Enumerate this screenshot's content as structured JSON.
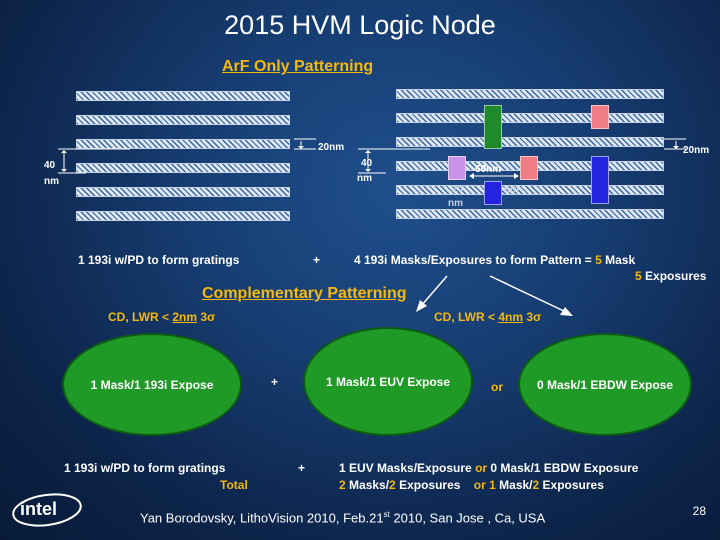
{
  "title": "2015 HVM Logic Node",
  "arf": {
    "heading": "ArF Only Patterning",
    "left_label_40": "40",
    "left_label_nm": "nm",
    "left_label_20nm": "20nm",
    "right_label_40": "40",
    "right_label_nm": "nm",
    "right_label_20nm": "20nm",
    "label_60nm": "60nm",
    "label_20": "20",
    "label_nm2": "nm",
    "label_nm3": "nm",
    "line1_left": "1 193i w/PD to form gratings",
    "plus": "+",
    "line1_right_pre": "4 193i Masks/Exposures to form Pattern = ",
    "line1_right_num": "5",
    "line1_right_post": " Mask",
    "line2_num": "5",
    "line2_post": " Exposures"
  },
  "comp": {
    "heading": "Complementary Patterning",
    "cd_left_pre": "CD, LWR < ",
    "cd_left_val": "2nm",
    "cd_left_post": " 3σ",
    "cd_right_pre": "CD, LWR < ",
    "cd_right_val": "4nm",
    "cd_right_post": " 3σ",
    "ellipse1": "1 Mask/1 193i Expose",
    "ellipse_plus": "+",
    "ellipse2": "1 Mask/1 EUV Expose",
    "ellipse_or": "or",
    "ellipse3": "0 Mask/1 EBDW Expose"
  },
  "summary": {
    "r1_left": "1 193i w/PD to form gratings",
    "r1_plus": "+",
    "r1_mid": "1 EUV Masks/Exposure",
    "r1_or": "or",
    "r1_right": "0 Mask/1 EBDW Exposure",
    "r2_total": "Total",
    "r2_a": "2",
    "r2_b": " Masks/",
    "r2_c": "2",
    "r2_d": " Exposures",
    "r2_or": "or",
    "r2_e": "1",
    "r2_f": " Mask/",
    "r2_g": "2",
    "r2_h": " Exposures"
  },
  "footer": {
    "logo": "intel",
    "citation_pre": "Yan Borodovsky, LithoVision 2010, Feb.21",
    "citation_sup": "st",
    "citation_post": " 2010, San Jose , Ca, USA",
    "page": "28"
  },
  "colors": {
    "accent": "#f5b80f",
    "green_block": "#1e8a2c",
    "pink_block": "#f07c86",
    "lavender_block": "#c893e8",
    "blue_block": "#2424e0",
    "ellipse": "#1f9a26"
  }
}
